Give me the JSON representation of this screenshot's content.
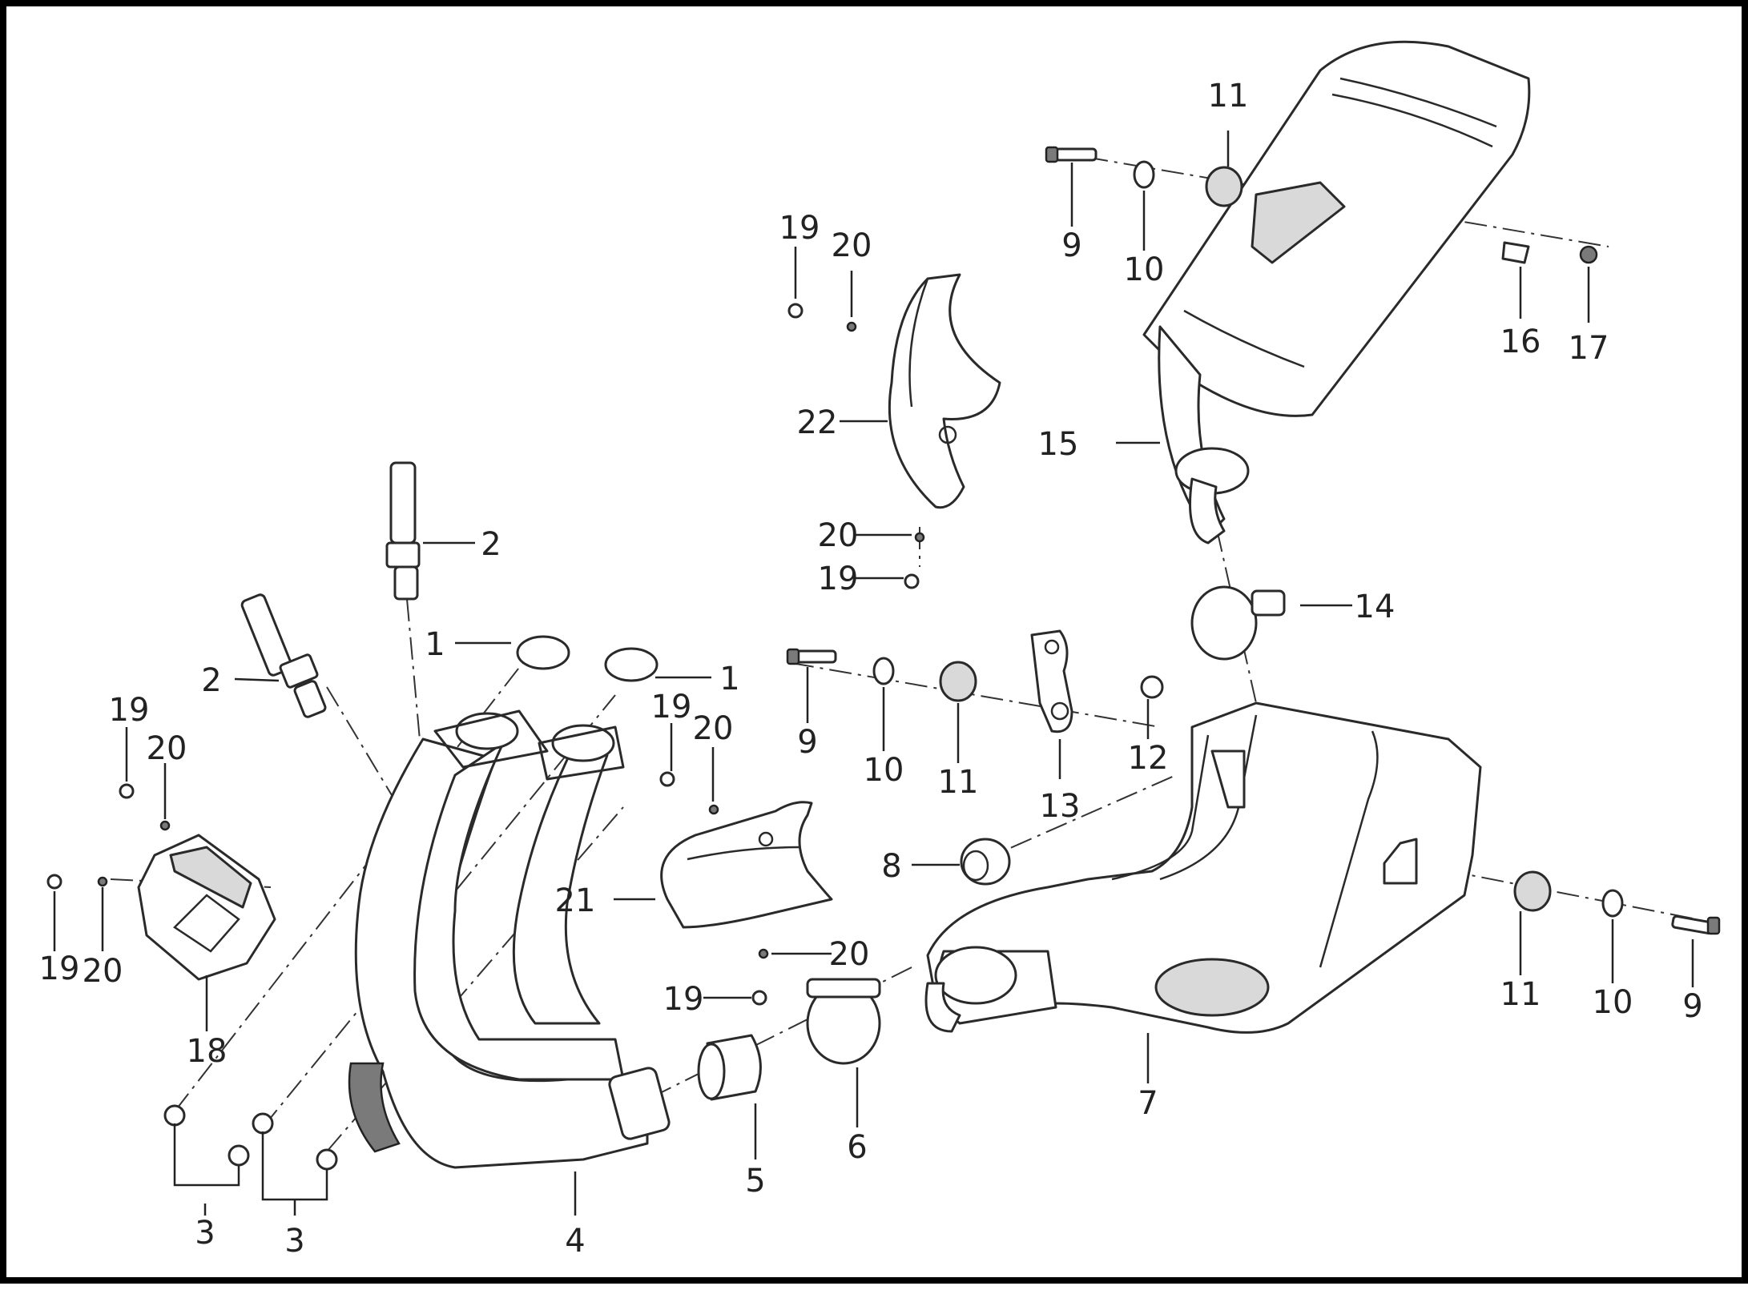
{
  "colors": {
    "border": "#000000",
    "line": "#2a2a2a",
    "shade": "#d9d9d9",
    "background": "#ffffff"
  },
  "callouts": [
    "1",
    "1",
    "2",
    "2",
    "3",
    "3",
    "4",
    "5",
    "6",
    "7",
    "8",
    "9",
    "9",
    "9",
    "10",
    "10",
    "10",
    "11",
    "11",
    "11",
    "12",
    "13",
    "14",
    "15",
    "16",
    "17",
    "18",
    "19",
    "19",
    "19",
    "19",
    "19",
    "19",
    "20",
    "20",
    "20",
    "20",
    "20",
    "20",
    "21",
    "22"
  ]
}
